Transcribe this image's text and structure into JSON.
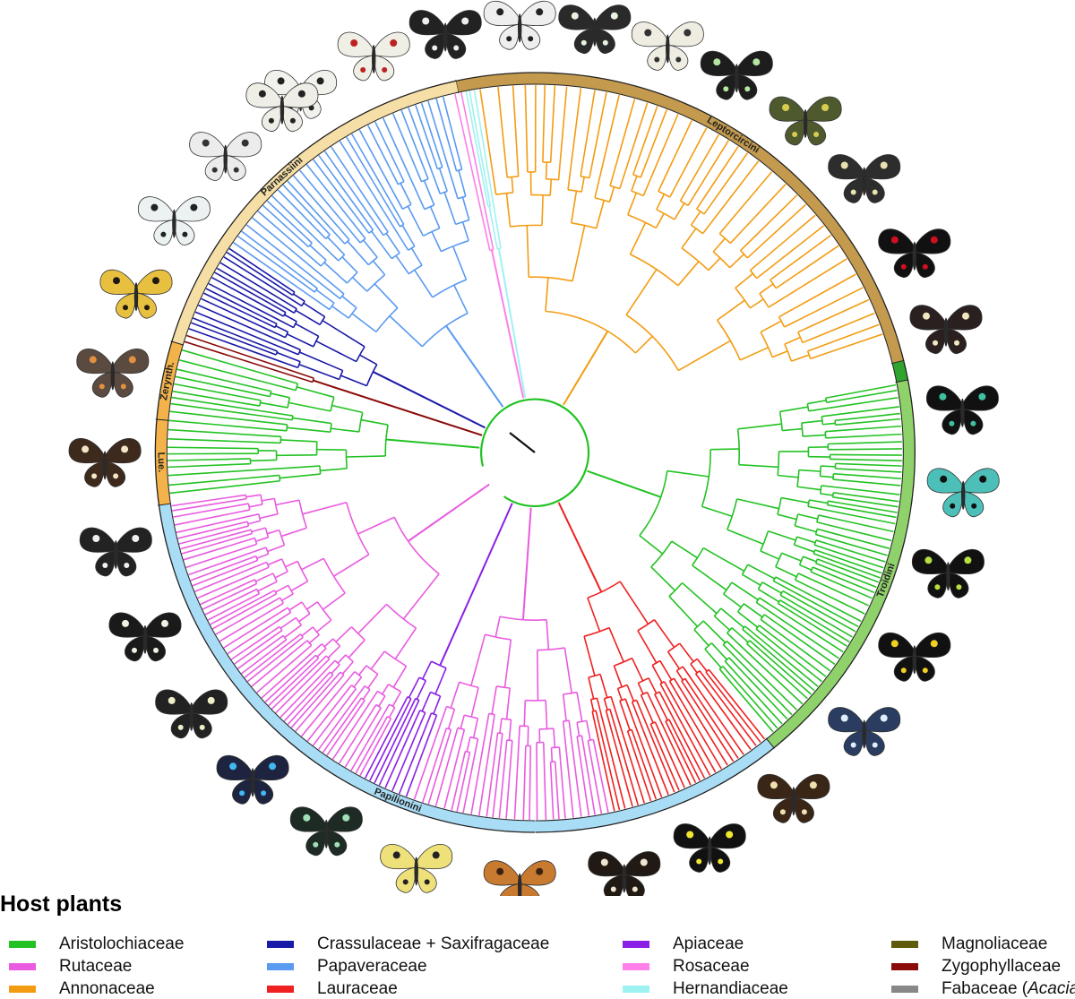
{
  "clades": [
    {
      "name": "Leptorcircini",
      "color": "#c39a4e",
      "start": -12,
      "end": 76,
      "label": "Leptorcircini"
    },
    {
      "name": "Leptorcircini-small",
      "color": "#2fa52f",
      "start": 76,
      "end": 79,
      "label": ""
    },
    {
      "name": "Troidini",
      "color": "#8fd16a",
      "start": 79,
      "end": 141,
      "label": "Troidini"
    },
    {
      "name": "Papilionini",
      "color": "#a9dcf5",
      "start": 141,
      "end": 262,
      "label": "Papilionini"
    },
    {
      "name": "Lue.",
      "color": "#f3b24a",
      "start": 262,
      "end": 275,
      "label": "Lue."
    },
    {
      "name": "Zerynth.",
      "color": "#f3b24a",
      "start": 275,
      "end": 287,
      "label": "Zerynth."
    },
    {
      "name": "Parnassiini",
      "color": "#f6dfa6",
      "start": 287,
      "end": 348,
      "label": "Parnassiini"
    }
  ],
  "tree_groups": [
    {
      "color": "#f39c12",
      "start": -10,
      "end": 72,
      "tips": 42,
      "depth": 0.25
    },
    {
      "color": "#ff7fe8",
      "start": -13,
      "end": -11,
      "tips": 2,
      "depth": 0.5
    },
    {
      "color": "#9ef2f2",
      "start": -11,
      "end": -9,
      "tips": 3,
      "depth": 0.5
    },
    {
      "color": "#23c223",
      "start": 79,
      "end": 140,
      "tips": 60,
      "depth": 0.22
    },
    {
      "color": "#ef2020",
      "start": 141,
      "end": 168,
      "tips": 28,
      "depth": 0.3
    },
    {
      "color": "#e95be0",
      "start": 168,
      "end": 200,
      "tips": 28,
      "depth": 0.35
    },
    {
      "color": "#8a20e6",
      "start": 200,
      "end": 208,
      "tips": 8,
      "depth": 0.6
    },
    {
      "color": "#e95be0",
      "start": 208,
      "end": 262,
      "tips": 58,
      "depth": 0.3
    },
    {
      "color": "#23c223",
      "start": 263,
      "end": 287,
      "tips": 20,
      "depth": 0.28
    },
    {
      "color": "#8b0a0a",
      "start": 287,
      "end": 289,
      "tips": 2,
      "depth": 0.6
    },
    {
      "color": "#1a1aa8",
      "start": 289,
      "end": 304,
      "tips": 16,
      "depth": 0.4
    },
    {
      "color": "#5a9af0",
      "start": 304,
      "end": 346,
      "tips": 36,
      "depth": 0.3
    }
  ],
  "butterflies": [
    {
      "angle": -33,
      "wing": "#f2f2ec",
      "spot": "#222",
      "icon": "apollo-butterfly-icon"
    },
    {
      "angle": -22,
      "wing": "#f0efe6",
      "spot": "#b22",
      "icon": "apollo-butterfly-icon"
    },
    {
      "angle": -12,
      "wing": "#222",
      "spot": "#eee",
      "icon": "kite-swallowtail-icon"
    },
    {
      "angle": -2,
      "wing": "#eeeeee",
      "spot": "#222",
      "icon": "kite-swallowtail-icon"
    },
    {
      "angle": 8,
      "wing": "#2a2a2a",
      "spot": "#e8f2e0",
      "icon": "swallowtail-icon"
    },
    {
      "angle": 18,
      "wing": "#efece2",
      "spot": "#333",
      "icon": "kite-swallowtail-icon"
    },
    {
      "angle": 28,
      "wing": "#1d1d1d",
      "spot": "#b4e6a0",
      "icon": "swallowtail-icon"
    },
    {
      "angle": 39,
      "wing": "#4e5a2e",
      "spot": "#d8cc50",
      "icon": "swallowtail-icon"
    },
    {
      "angle": 50,
      "wing": "#2d2d2d",
      "spot": "#e8e2b0",
      "icon": "swallowtail-icon"
    },
    {
      "angle": 62,
      "wing": "#111",
      "spot": "#d01020",
      "icon": "birdwing-icon"
    },
    {
      "angle": 73,
      "wing": "#2a2020",
      "spot": "#f0e6c0",
      "icon": "swallowtail-icon"
    },
    {
      "angle": 84,
      "wing": "#111",
      "spot": "#40c0a0",
      "icon": "swallowtail-icon"
    },
    {
      "angle": 95,
      "wing": "#4cc0b8",
      "spot": "#111",
      "icon": "birdwing-icon"
    },
    {
      "angle": 106,
      "wing": "#111",
      "spot": "#b8e040",
      "icon": "birdwing-icon"
    },
    {
      "angle": 118,
      "wing": "#111",
      "spot": "#f0d020",
      "icon": "birdwing-icon"
    },
    {
      "angle": 130,
      "wing": "#2a3c60",
      "spot": "#dfeefa",
      "icon": "swallowtail-icon"
    },
    {
      "angle": 143,
      "wing": "#3a2616",
      "spot": "#f0e0b0",
      "icon": "swallowtail-icon"
    },
    {
      "angle": 156,
      "wing": "#111",
      "spot": "#f0e830",
      "icon": "swallowtail-icon"
    },
    {
      "angle": 168,
      "wing": "#211a14",
      "spot": "#f0e6d0",
      "icon": "swallowtail-icon"
    },
    {
      "angle": 182,
      "wing": "#c87a30",
      "spot": "#3a2210",
      "icon": "swallowtail-icon"
    },
    {
      "angle": 196,
      "wing": "#efe17a",
      "spot": "#222",
      "icon": "swallowtail-icon"
    },
    {
      "angle": 209,
      "wing": "#1e2a24",
      "spot": "#a0e0b8",
      "icon": "swallowtail-icon"
    },
    {
      "angle": 221,
      "wing": "#1e2440",
      "spot": "#40b8f0",
      "icon": "swallowtail-icon"
    },
    {
      "angle": 233,
      "wing": "#222",
      "spot": "#f0efc8",
      "icon": "swallowtail-icon"
    },
    {
      "angle": 245,
      "wing": "#1a1a1a",
      "spot": "#f0f0e6",
      "icon": "swallowtail-icon"
    },
    {
      "angle": 257,
      "wing": "#222",
      "spot": "#f0f0f0",
      "icon": "swallowtail-icon"
    },
    {
      "angle": 269,
      "wing": "#3e2a1c",
      "spot": "#f2e6c6",
      "icon": "swallowtail-icon"
    },
    {
      "angle": 281,
      "wing": "#5a4a40",
      "spot": "#e09040",
      "icon": "swallowtail-icon"
    },
    {
      "angle": 292,
      "wing": "#e8c040",
      "spot": "#201810",
      "icon": "swallowtail-icon"
    },
    {
      "angle": 303,
      "wing": "#ecf2f2",
      "spot": "#222",
      "icon": "apollo-butterfly-icon"
    },
    {
      "angle": 314,
      "wing": "#ececec",
      "spot": "#333",
      "icon": "apollo-butterfly-icon"
    },
    {
      "angle": 324,
      "wing": "#eeede6",
      "spot": "#222",
      "icon": "apollo-butterfly-icon"
    }
  ],
  "legend": {
    "title": "Host plants",
    "items": [
      {
        "label": "Aristolochiaceae",
        "color": "#23c223"
      },
      {
        "label": "Rutaceae",
        "color": "#e95be0"
      },
      {
        "label": "Annonaceae",
        "color": "#f39c12"
      },
      {
        "label": "Crassulaceae + Saxifragaceae",
        "color": "#1a1aa8"
      },
      {
        "label": "Papaveraceae",
        "color": "#5a9af0"
      },
      {
        "label": "Lauraceae",
        "color": "#ef2020"
      },
      {
        "label": "Apiaceae",
        "color": "#8a20e6"
      },
      {
        "label": "Rosaceae",
        "color": "#ff7fe8"
      },
      {
        "label": "Hernandiaceae",
        "color": "#9ef2f2"
      },
      {
        "label": "Magnoliaceae",
        "color": "#5f5a0c"
      },
      {
        "label": "Zygophyllaceae",
        "color": "#8b0a0a"
      },
      {
        "label": "Fabaceae (",
        "label_italic": "Acacia",
        "label_end": ")",
        "color": "#888888"
      }
    ]
  }
}
